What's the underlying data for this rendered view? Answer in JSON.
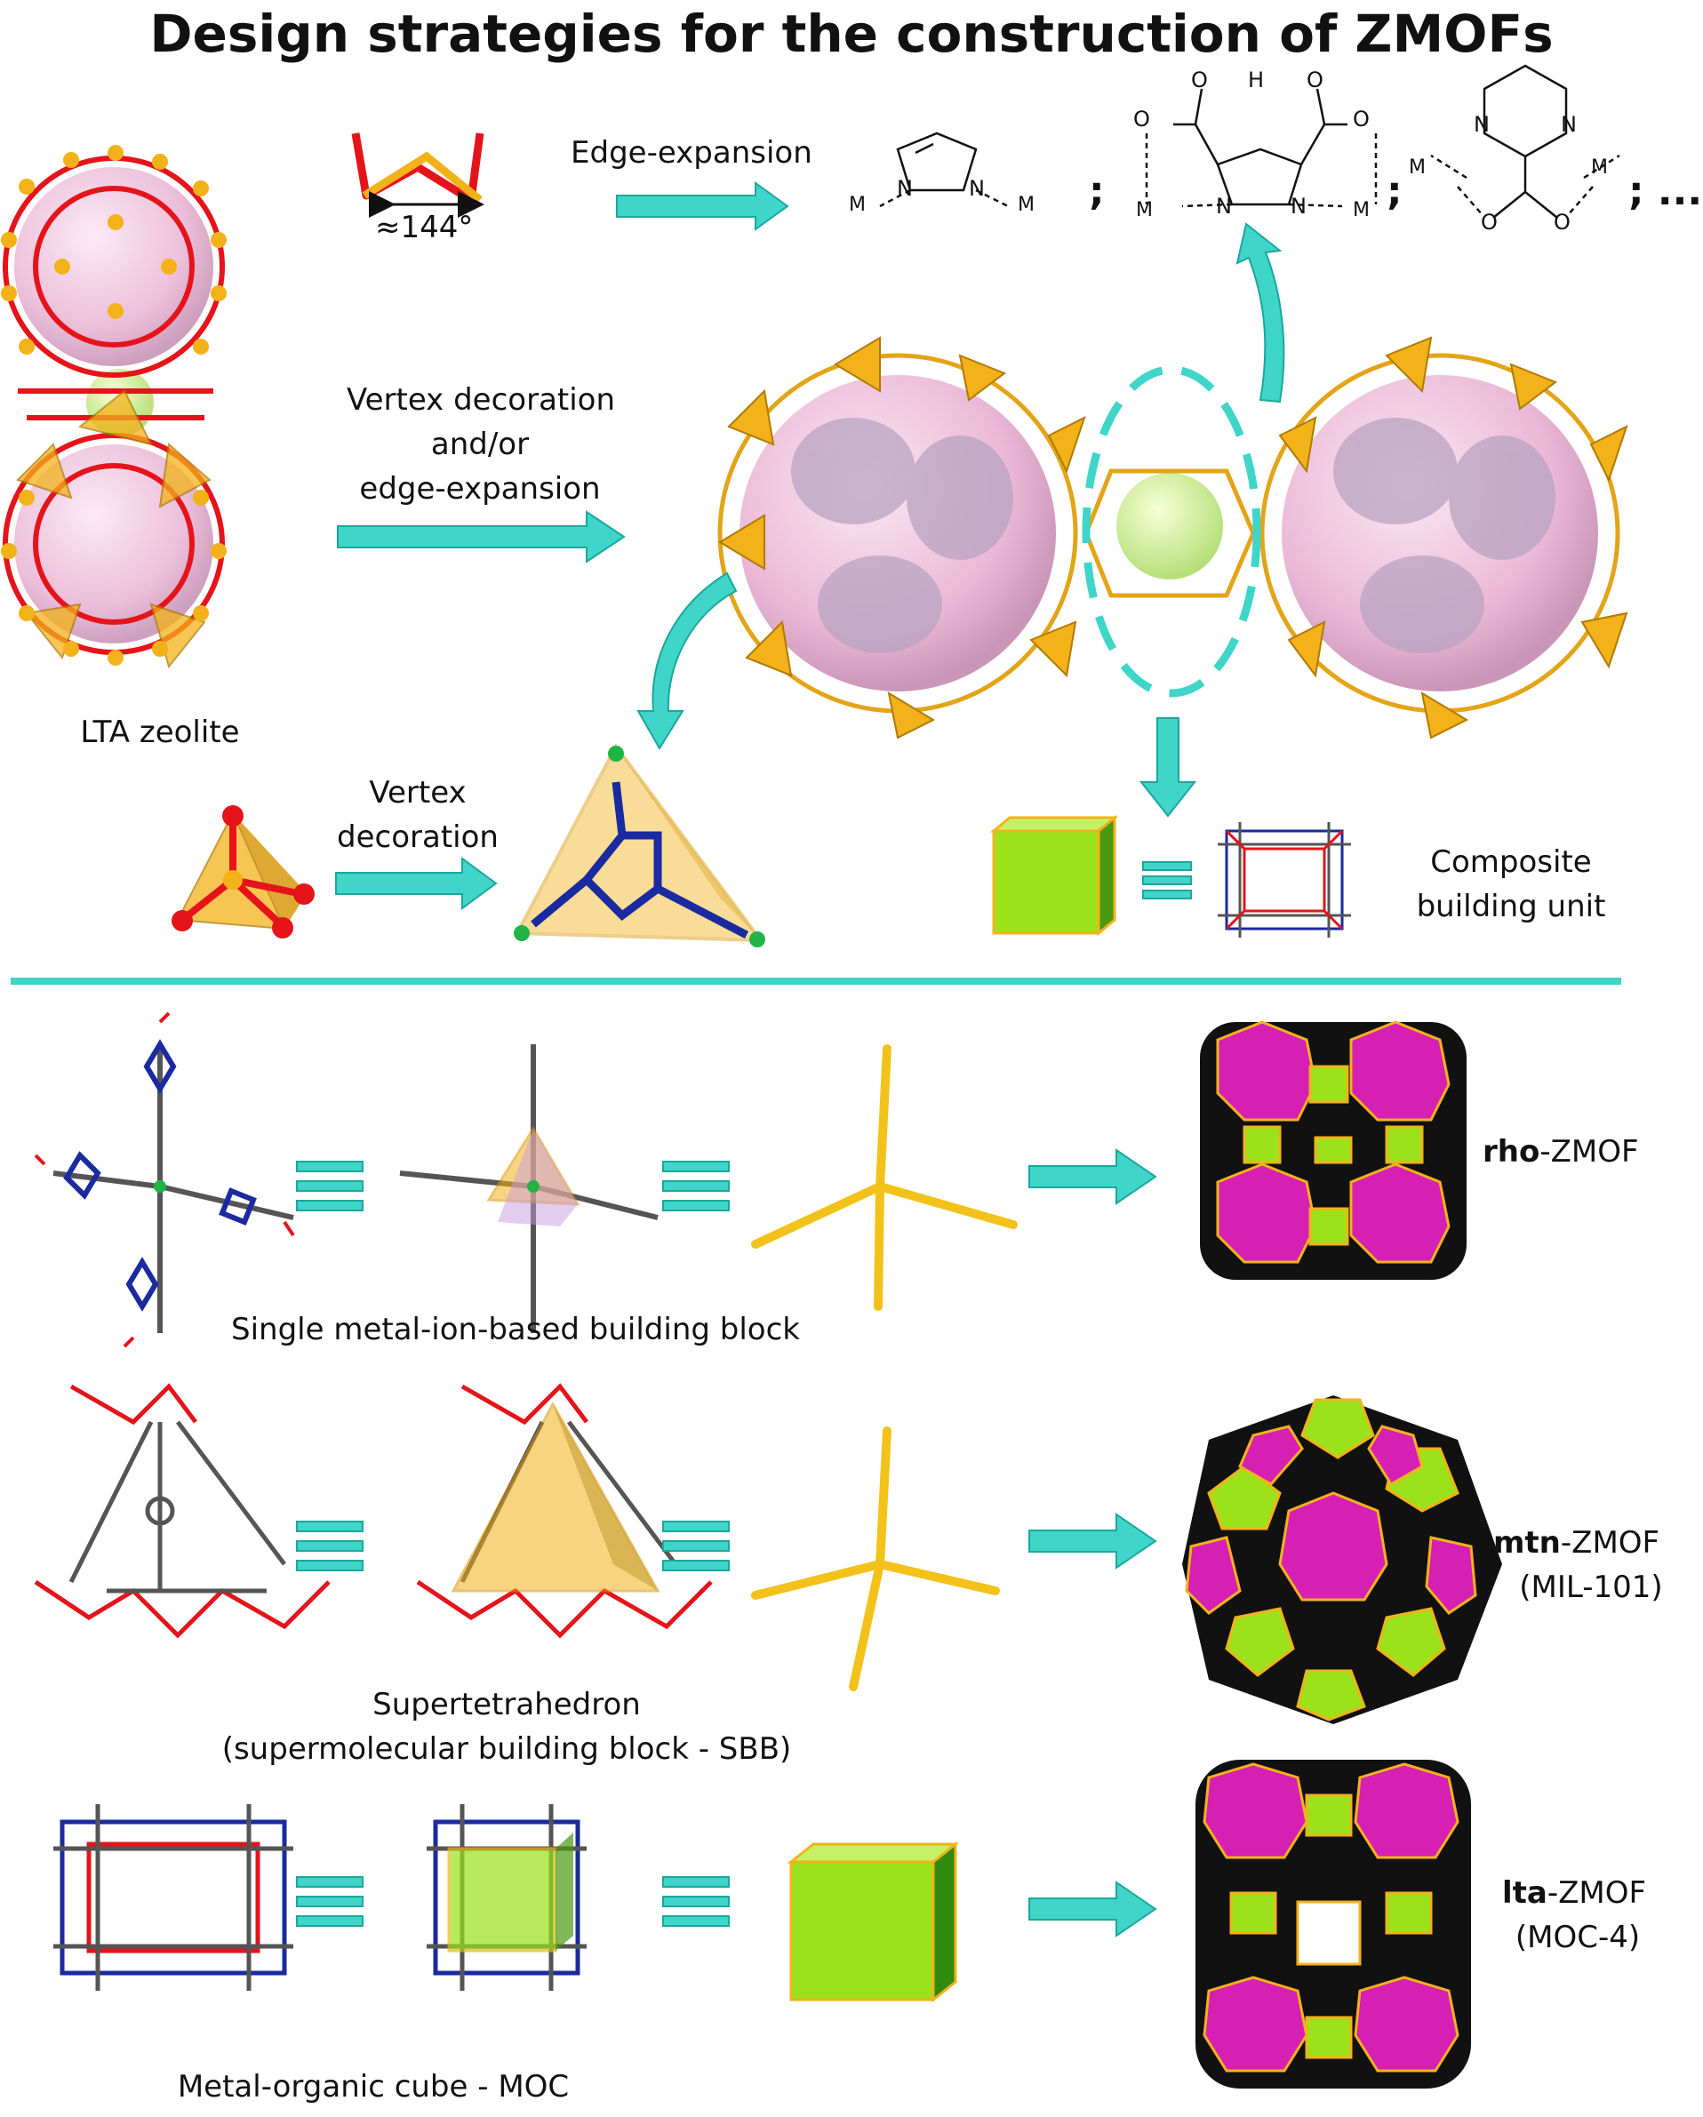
{
  "title": "Design strategies for the construction of ZMOFs",
  "labels": {
    "angle": "≈144°",
    "edge_expansion": "Edge-expansion",
    "vertex_edge_1": "Vertex decoration",
    "vertex_edge_2": "and/or",
    "vertex_edge_3": "edge-expansion",
    "lta_zeolite": "LTA zeolite",
    "vertex_decoration_1": "Vertex",
    "vertex_decoration_2": "decoration",
    "composite_1": "Composite",
    "composite_2": "building unit",
    "single_block": "Single metal-ion-based building block",
    "supertetra_1": "Supertetrahedron",
    "supertetra_2": "(supermolecular building block - SBB)",
    "moc": "Metal-organic cube - MOC",
    "rho_bold": "rho",
    "rho_rest": "-ZMOF",
    "mtn_bold": "mtn",
    "mtn_rest": "-ZMOF",
    "mtn_sub": "(MIL-101)",
    "lta_bold": "lta",
    "lta_rest": "-ZMOF",
    "lta_sub": "(MOC-4)"
  },
  "chem": {
    "M": "M",
    "N": "N",
    "O": "O",
    "H": "H",
    "sep": ";",
    "ellipsis": "; ..."
  },
  "colors": {
    "arrow": "#3fd5c9",
    "arrow_edge": "#1aa89d",
    "gold": "#f3b21a",
    "oxygen": "#e5141b",
    "pink": "#f2c8e2",
    "magenta": "#d61fb3",
    "lime": "#9be21b",
    "dark": "#111111"
  }
}
